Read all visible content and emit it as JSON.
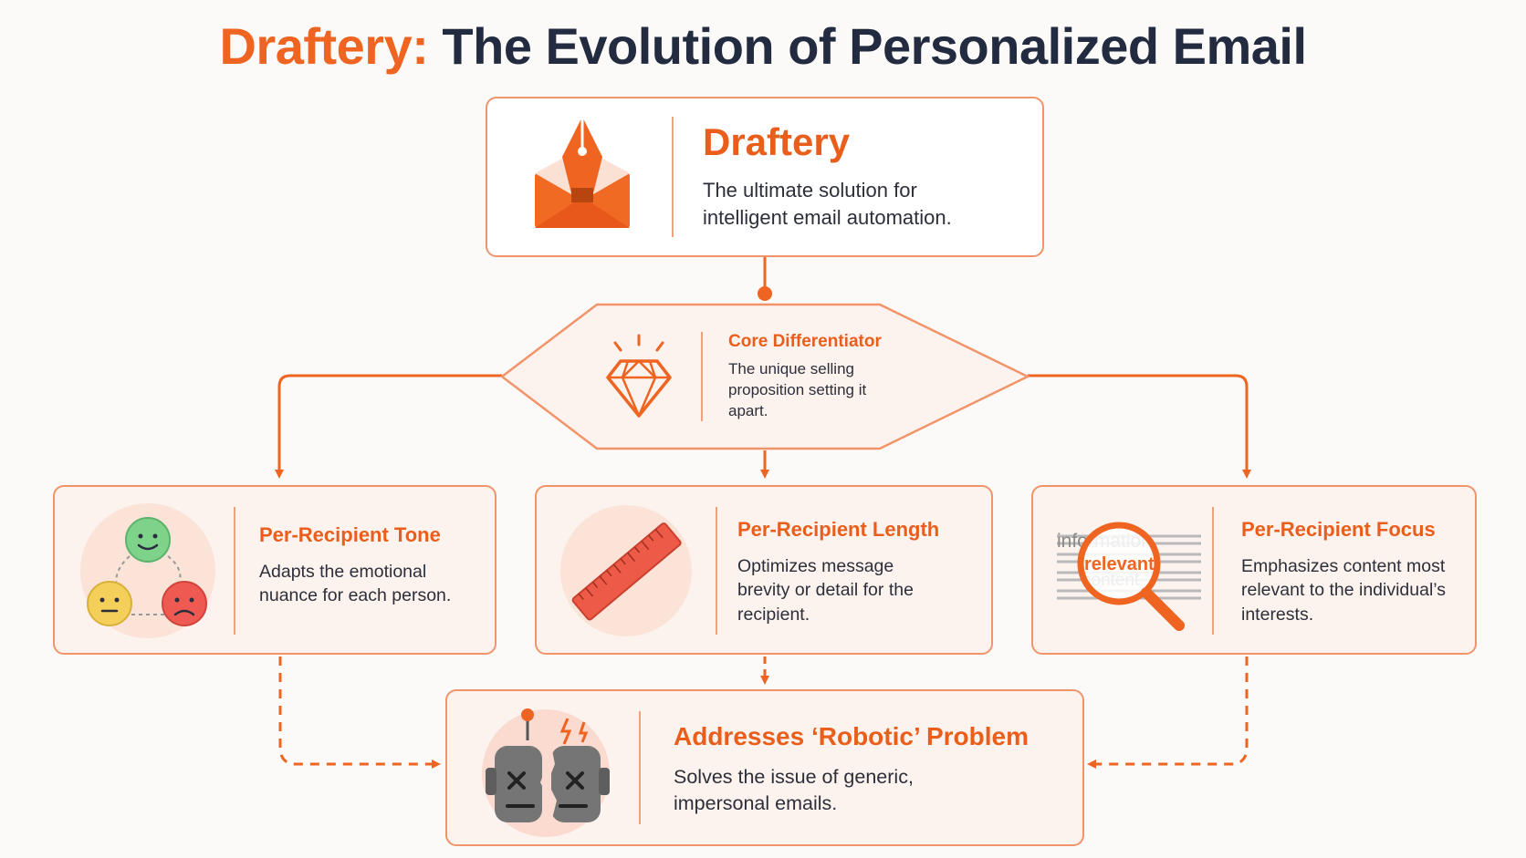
{
  "title": {
    "brand": "Draftery:",
    "rest": "The Evolution of Personalized Email"
  },
  "top_node": {
    "heading": "Draftery",
    "description": "The ultimate solution for intelligent email automation.",
    "icon": "pen-envelope-icon"
  },
  "core_node": {
    "heading": "Core Differentiator",
    "description": "The unique selling proposition setting it apart.",
    "icon": "diamond-icon"
  },
  "features": [
    {
      "heading": "Per-Recipient Tone",
      "description": "Adapts the emotional nuance for each person.",
      "icon": "emotion-faces-icon"
    },
    {
      "heading": "Per-Recipient Length",
      "description": "Optimizes message brevity or detail for the recipient.",
      "icon": "ruler-icon"
    },
    {
      "heading": "Per-Recipient Focus",
      "description": "Emphasizes content most relevant to the individual’s interests.",
      "icon": "magnifier-icon",
      "icon_words": [
        "information",
        "relevant",
        "content"
      ]
    }
  ],
  "bottom_node": {
    "heading": "Addresses ‘Robotic’ Problem",
    "description": "Solves the issue of generic, impersonal emails.",
    "icon": "broken-robot-icon"
  },
  "colors": {
    "accent": "#ee6420",
    "border": "#f2946a",
    "title_dark": "#222b3f"
  }
}
